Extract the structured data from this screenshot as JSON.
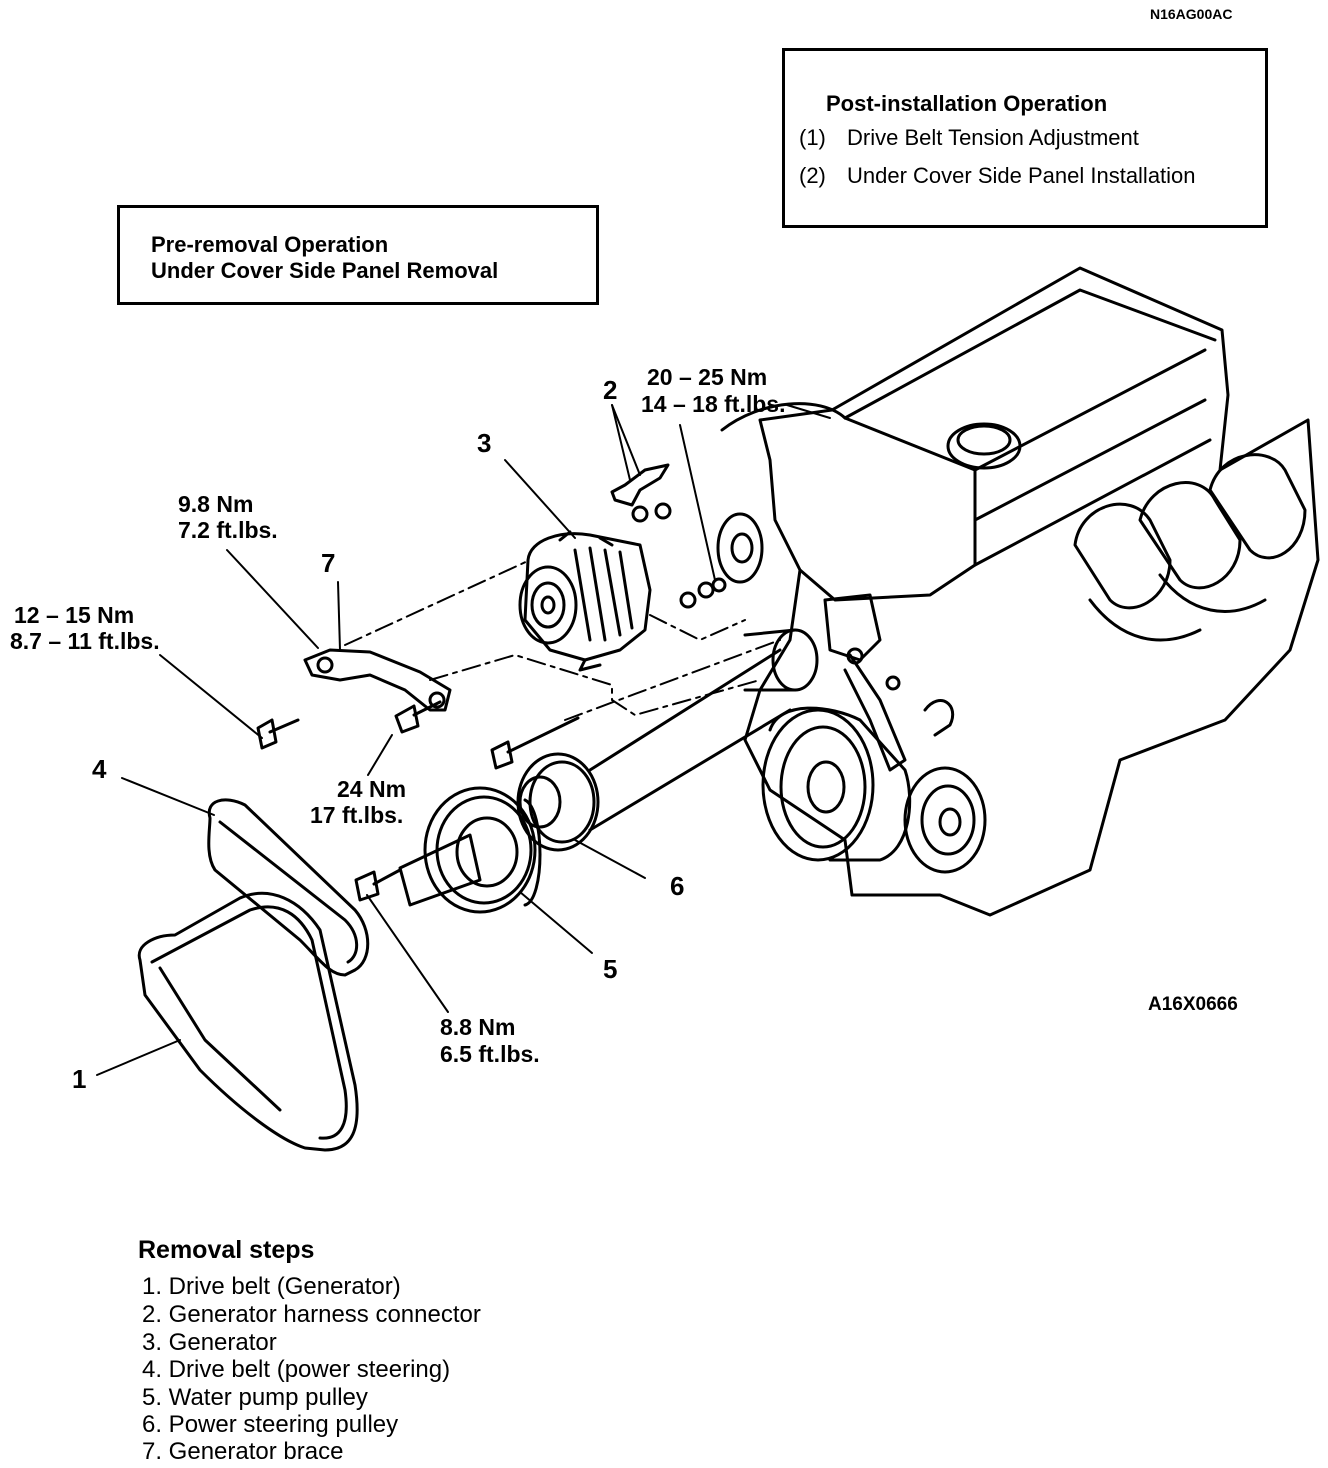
{
  "doc_code": "N16AG00AC",
  "figure_code": "A16X0666",
  "post_install": {
    "title": "Post-installation Operation",
    "items": [
      {
        "num": "(1)",
        "text": "Drive Belt Tension Adjustment"
      },
      {
        "num": "(2)",
        "text": "Under Cover Side Panel Installation"
      }
    ]
  },
  "pre_removal": {
    "title": "Pre-removal Operation",
    "text": "Under Cover Side Panel Removal"
  },
  "torques": {
    "t1": {
      "nm": "20 – 25 Nm",
      "ft": "14 – 18 ft.lbs."
    },
    "t2": {
      "nm": "9.8 Nm",
      "ft": "7.2 ft.lbs."
    },
    "t3": {
      "nm": "12 – 15 Nm",
      "ft": "8.7 – 11 ft.lbs."
    },
    "t4": {
      "nm": "24 Nm",
      "ft": "17 ft.lbs."
    },
    "t5": {
      "nm": "8.8 Nm",
      "ft": "6.5 ft.lbs."
    }
  },
  "part_numbers": {
    "n1": "1",
    "n2": "2",
    "n3": "3",
    "n4": "4",
    "n5": "5",
    "n6": "6",
    "n7": "7"
  },
  "removal_steps": {
    "title": "Removal steps",
    "items": [
      "1. Drive belt (Generator)",
      "2. Generator harness connector",
      "3. Generator",
      "4. Drive belt (power steering)",
      "5. Water pump pulley",
      "6. Power steering pulley",
      "7. Generator brace"
    ]
  }
}
